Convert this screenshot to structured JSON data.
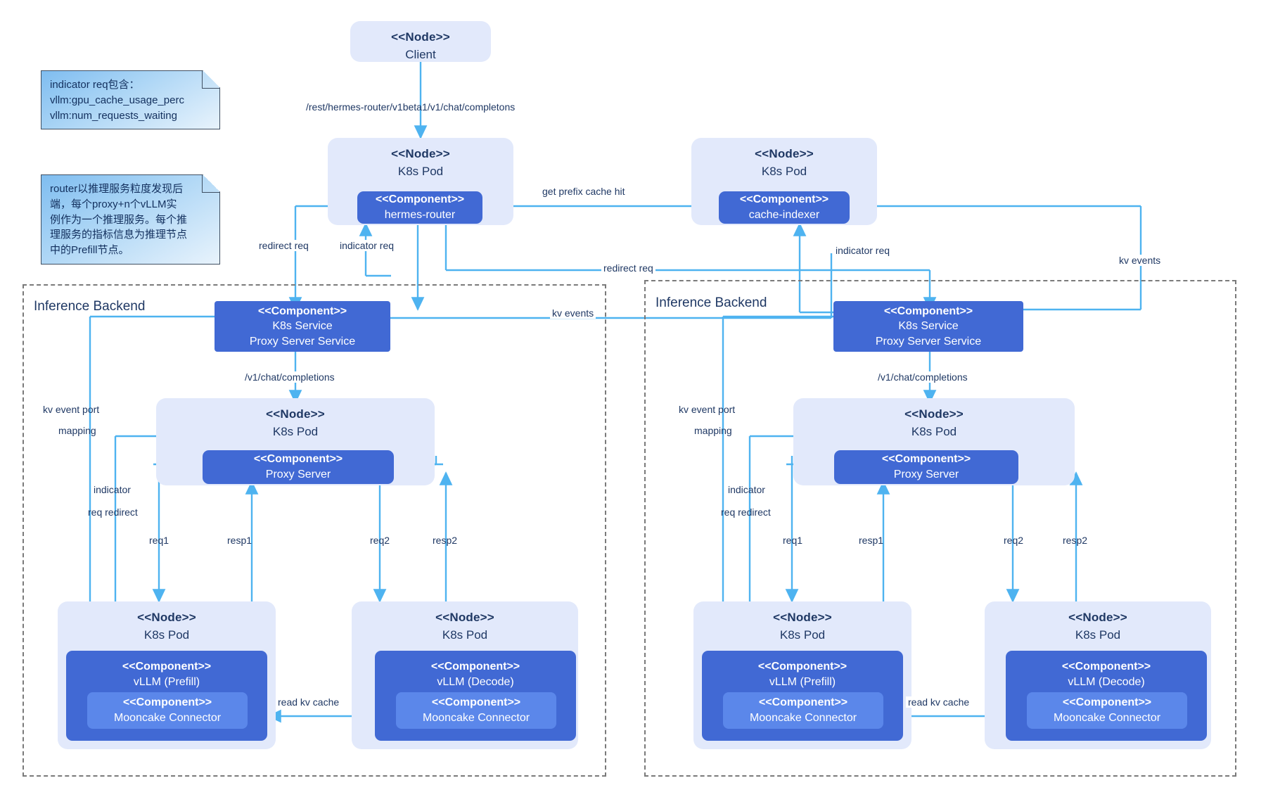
{
  "diagram": {
    "title": "LLM Inference Routing Architecture",
    "accent_line": "#4eb3f0",
    "component_fill": "#4169d4",
    "node_fill": "#e2e9fb",
    "text_color": "#1f3864"
  },
  "notes": [
    {
      "id": "note-indicator",
      "lines": [
        "indicator req包含：",
        "vllm:gpu_cache_usage_perc",
        "vllm:num_requests_waiting"
      ]
    },
    {
      "id": "note-router",
      "lines": [
        "router以推理服务粒度发现后",
        "端，每个proxy+n个vLLM实",
        "例作为一个推理服务。每个推",
        "理服务的指标信息为推理节点",
        "中的Prefill节点。"
      ]
    }
  ],
  "stereotypes": {
    "node": "<<Node>>",
    "component": "<<Component>>"
  },
  "nodes": {
    "client": {
      "stereotype": "<<Node>>",
      "name": "Client"
    },
    "router_pod": {
      "stereotype": "<<Node>>",
      "name": "K8s Pod"
    },
    "indexer_pod": {
      "stereotype": "<<Node>>",
      "name": "K8s Pod"
    },
    "proxy_pod_l": {
      "stereotype": "<<Node>>",
      "name": "K8s Pod"
    },
    "proxy_pod_r": {
      "stereotype": "<<Node>>",
      "name": "K8s Pod"
    },
    "prefill_pod_l": {
      "stereotype": "<<Node>>",
      "name": "K8s Pod"
    },
    "decode_pod_l": {
      "stereotype": "<<Node>>",
      "name": "K8s Pod"
    },
    "prefill_pod_r": {
      "stereotype": "<<Node>>",
      "name": "K8s Pod"
    },
    "decode_pod_r": {
      "stereotype": "<<Node>>",
      "name": "K8s Pod"
    }
  },
  "components": {
    "hermes_router": {
      "stereotype": "<<Component>>",
      "name": "hermes-router"
    },
    "cache_indexer": {
      "stereotype": "<<Component>>",
      "name": "cache-indexer"
    },
    "k8s_service_l": {
      "stereotype": "<<Component>>",
      "name_line1": "K8s Service",
      "name_line2": "Proxy Server Service"
    },
    "k8s_service_r": {
      "stereotype": "<<Component>>",
      "name_line1": "K8s Service",
      "name_line2": "Proxy Server Service"
    },
    "proxy_server_l": {
      "stereotype": "<<Component>>",
      "name": "Proxy Server"
    },
    "proxy_server_r": {
      "stereotype": "<<Component>>",
      "name": "Proxy Server"
    },
    "vllm_prefill_l": {
      "stereotype": "<<Component>>",
      "name": "vLLM (Prefill)"
    },
    "vllm_decode_l": {
      "stereotype": "<<Component>>",
      "name": "vLLM (Decode)"
    },
    "vllm_prefill_r": {
      "stereotype": "<<Component>>",
      "name": "vLLM (Prefill)"
    },
    "vllm_decode_r": {
      "stereotype": "<<Component>>",
      "name": "vLLM (Decode)"
    },
    "mooncake_pl": {
      "stereotype": "<<Component>>",
      "name": "Mooncake Connector"
    },
    "mooncake_dl": {
      "stereotype": "<<Component>>",
      "name": "Mooncake Connector"
    },
    "mooncake_pr": {
      "stereotype": "<<Component>>",
      "name": "Mooncake Connector"
    },
    "mooncake_dr": {
      "stereotype": "<<Component>>",
      "name": "Mooncake Connector"
    }
  },
  "backends": {
    "left": {
      "title": "Inference Backend"
    },
    "right": {
      "title": "Inference Backend"
    }
  },
  "edge_labels": {
    "client_to_router": "/rest/hermes-router/v1beta1/v1/chat/completons",
    "get_prefix_cache_hit": "get prefix cache hit",
    "redirect_req_left": "redirect req",
    "indicator_req_left": "indicator req",
    "redirect_req_right": "redirect req",
    "indicator_req_right": "indicator req",
    "kv_events_right": "kv events",
    "kv_events_left": "kv events",
    "chat_completions_l": "/v1/chat/completions",
    "chat_completions_r": "/v1/chat/completions",
    "kv_event_port_l1": "kv event port",
    "kv_event_port_l2": "mapping",
    "kv_event_port_r1": "kv event port",
    "kv_event_port_r2": "mapping",
    "indicator_l1": "indicator",
    "indicator_l2": "req redirect",
    "indicator_r1": "indicator",
    "indicator_r2": "req redirect",
    "req1_l": "req1",
    "resp1_l": "resp1",
    "req2_l": "req2",
    "resp2_l": "resp2",
    "req1_r": "req1",
    "resp1_r": "resp1",
    "req2_r": "req2",
    "resp2_r": "resp2",
    "read_kv_cache_l": "read kv cache",
    "read_kv_cache_r": "read kv cache"
  }
}
